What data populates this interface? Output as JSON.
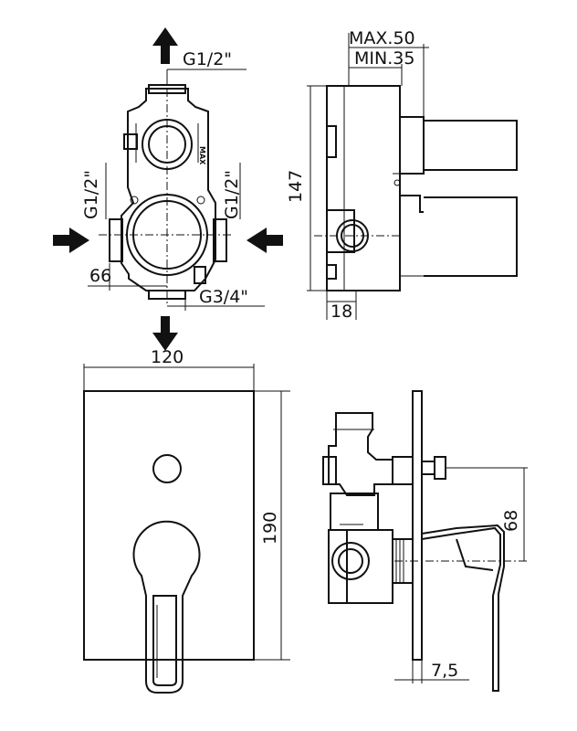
{
  "dimensions": {
    "outlet_top": "G1/2\"",
    "max_depth": "MAX.50",
    "min_depth": "MIN.35",
    "body_height": "147",
    "inlet_left": "G1/2\"",
    "inlet_right": "G1/2\"",
    "inlet_offset": "66",
    "outlet_bottom": "G3/4\"",
    "flange_depth": "18",
    "plate_width": "120",
    "plate_height": "190",
    "axis_distance": "68",
    "plate_thickness": "7,5"
  },
  "body_marking": "MAX"
}
